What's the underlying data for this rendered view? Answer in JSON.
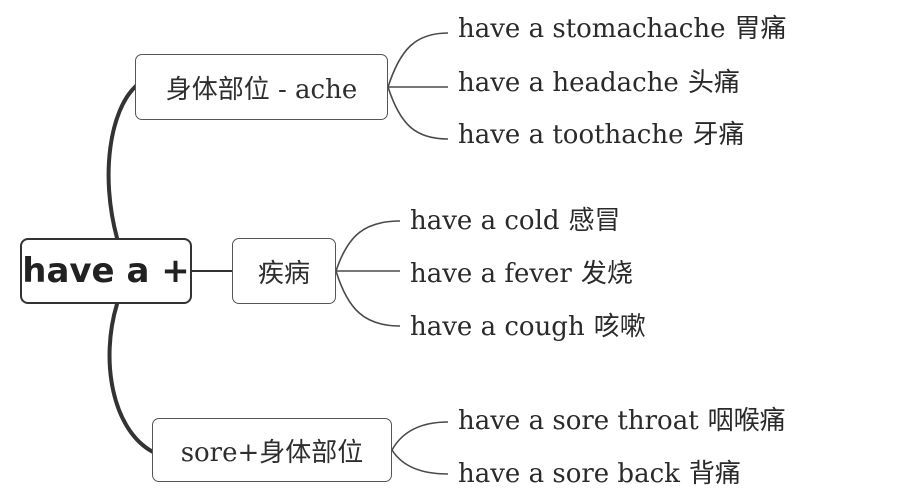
{
  "root": {
    "label": "have a +"
  },
  "categories": [
    {
      "label": "身体部位 - ache",
      "items": [
        {
          "en": "have a stomachache",
          "zh": "胃痛"
        },
        {
          "en": "have a headache",
          "zh": "头痛"
        },
        {
          "en": "have a toothache",
          "zh": "牙痛"
        }
      ]
    },
    {
      "label": "疾病",
      "items": [
        {
          "en": "have a cold",
          "zh": "感冒"
        },
        {
          "en": "have a fever",
          "zh": "发烧"
        },
        {
          "en": "have a cough",
          "zh": "咳嗽"
        }
      ]
    },
    {
      "label": "sore+身体部位",
      "items": [
        {
          "en": "have a sore throat",
          "zh": "咽喉痛"
        },
        {
          "en": "have a sore back",
          "zh": "背痛"
        }
      ]
    }
  ],
  "colors": {
    "line": "#333333",
    "thin_line": "#4a4a4a",
    "text": "#2a2a2a"
  }
}
